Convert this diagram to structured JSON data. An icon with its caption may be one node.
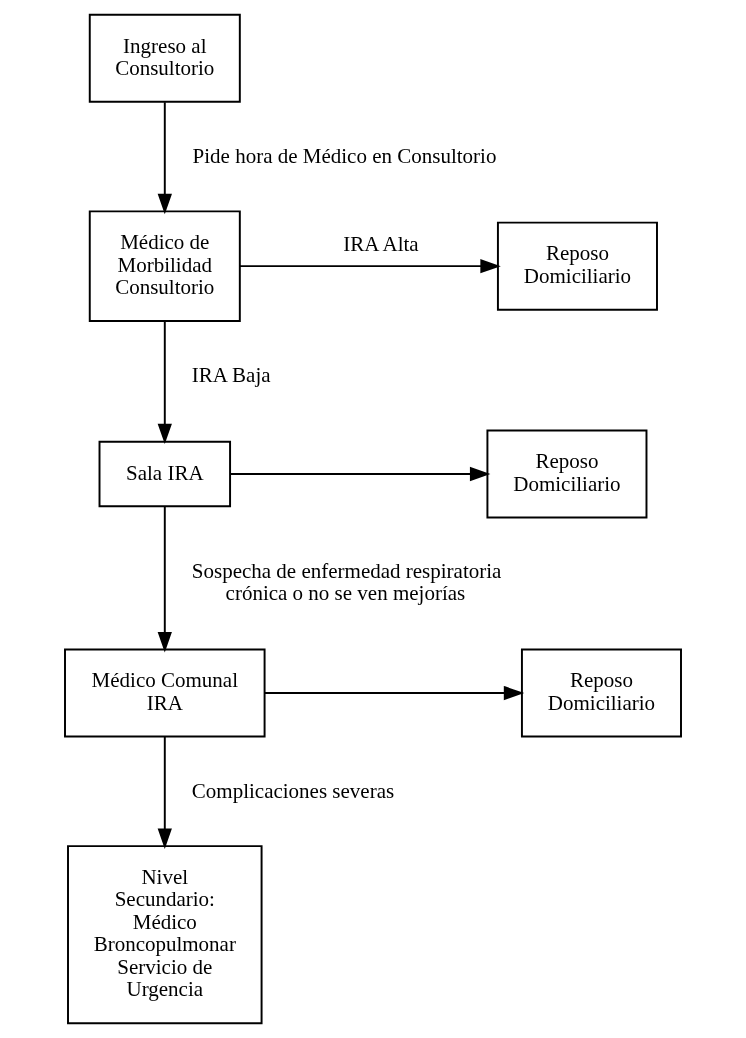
{
  "diagram": {
    "nodes": [
      {
        "text": [
          "Ingreso al Consultorio"
        ]
      },
      {
        "text": [
          "Médico de Morbilidad Consultorio"
        ]
      },
      {
        "text": [
          "Reposo Domiciliario"
        ]
      },
      {
        "text": [
          "Sala IRA"
        ]
      },
      {
        "text": [
          "Reposo Domiciliario"
        ]
      },
      {
        "text": [
          "Médico Comunal IRA"
        ]
      },
      {
        "text": [
          "Reposo Domiciliario"
        ]
      },
      {
        "text": [
          "Nivel Secundario: Médico Broncopulmonar Servicio de Urgencia"
        ]
      }
    ],
    "edges": [
      {
        "from": 0,
        "to": 1,
        "arrow": "to",
        "label": "Pide hora de Médico en Consultorio"
      },
      {
        "from": 1,
        "to": 2,
        "arrow": "to",
        "label": "IRA Alta"
      },
      {
        "from": 1,
        "to": 3,
        "arrow": "to",
        "label": "IRA Baja"
      },
      {
        "from": 3,
        "to": 4,
        "arrow": "to"
      },
      {
        "from": 3,
        "to": 5,
        "arrow": "to",
        "label": "Sospecha de enfermedad respiratoria crónica o no se ven mejorías"
      },
      {
        "from": 5,
        "to": 6,
        "arrow": "to"
      },
      {
        "from": 5,
        "to": 7,
        "arrow": "to",
        "label": "Complicaciones severas"
      }
    ]
  }
}
